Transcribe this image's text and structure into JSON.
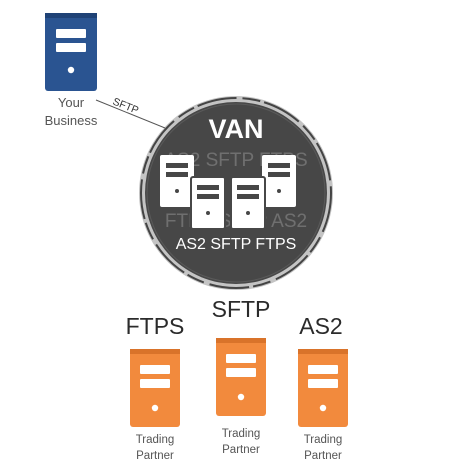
{
  "colors": {
    "business_server": "#2a5491",
    "partner_server": "#f28a3d",
    "van_circle": "#4a4a4a",
    "van_ring": "#555555",
    "text_dark": "#2b2b2b",
    "text_gray": "#555555",
    "white": "#ffffff"
  },
  "business": {
    "label_line1": "Your",
    "label_line2": "Business",
    "icon": "server-icon"
  },
  "connection": {
    "label": "SFTP"
  },
  "van": {
    "title": "VAN",
    "watermark_1": "AS2 SFTP FTPS",
    "watermark_2": "FTPS SFTP AS2",
    "protocols": "AS2 SFTP FTPS",
    "icon": "server-cluster-icon"
  },
  "partners": [
    {
      "protocol": "FTPS",
      "label_line1": "Trading",
      "label_line2": "Partner",
      "icon": "server-icon"
    },
    {
      "protocol": "SFTP",
      "label_line1": "Trading",
      "label_line2": "Partner",
      "icon": "server-icon"
    },
    {
      "protocol": "AS2",
      "label_line1": "Trading",
      "label_line2": "Partner",
      "icon": "server-icon"
    }
  ]
}
